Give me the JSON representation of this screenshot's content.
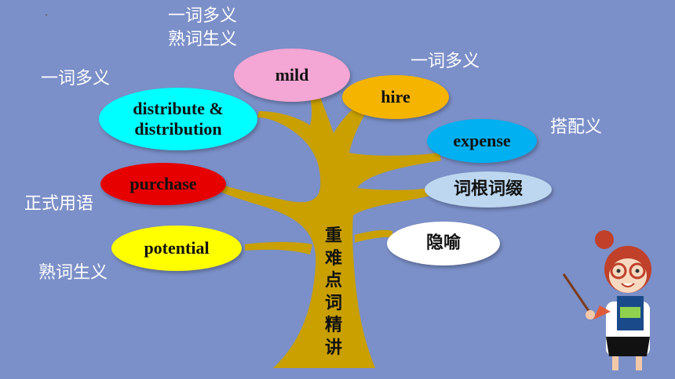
{
  "colors": {
    "background": "#7b8fc8",
    "trunk": "#c9a000",
    "mild": "#f4a6d4",
    "hire": "#f4b400",
    "expense": "#00b0f0",
    "root_affix": "#bcd7ef",
    "metaphor": "#ffffff",
    "distribute": "#00ffff",
    "purchase": "#e60000",
    "potential": "#ffff00"
  },
  "trunk_label": "重难点词精讲",
  "words": {
    "mild": "mild",
    "hire": "hire",
    "expense": "expense",
    "root_affix": "词根词缀",
    "metaphor": "隐喻",
    "distribute_line1": "distribute &",
    "distribute_line2": "distribution",
    "purchase": "purchase",
    "potential": "potential"
  },
  "notes": {
    "mild_line1": "一词多义",
    "mild_line2": "熟词生义",
    "hire": "一词多义",
    "distribute": "一词多义",
    "expense": "搭配义",
    "purchase": "正式用语",
    "potential": "熟词生义"
  }
}
